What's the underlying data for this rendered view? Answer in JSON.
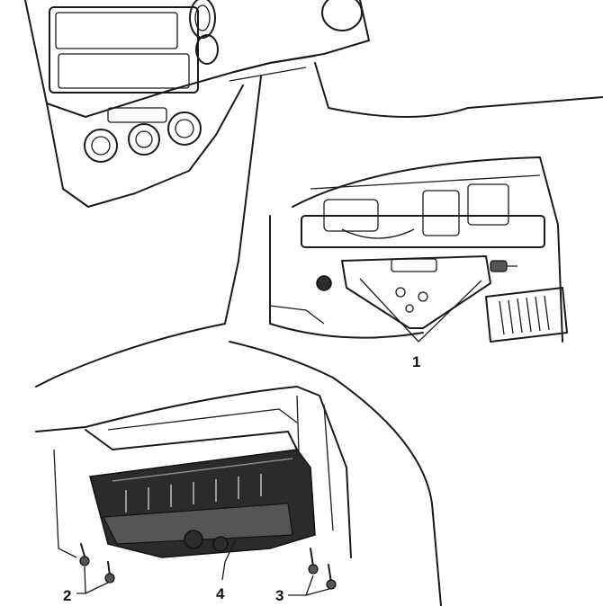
{
  "diagram": {
    "callouts": [
      {
        "id": "1",
        "text": "1"
      },
      {
        "id": "2",
        "text": "2"
      },
      {
        "id": "3",
        "text": "3"
      },
      {
        "id": "4",
        "text": "4"
      }
    ],
    "colors": {
      "ink": "#1a1a1a",
      "paper": "#ffffff",
      "shade": "#2b2b2b"
    }
  }
}
